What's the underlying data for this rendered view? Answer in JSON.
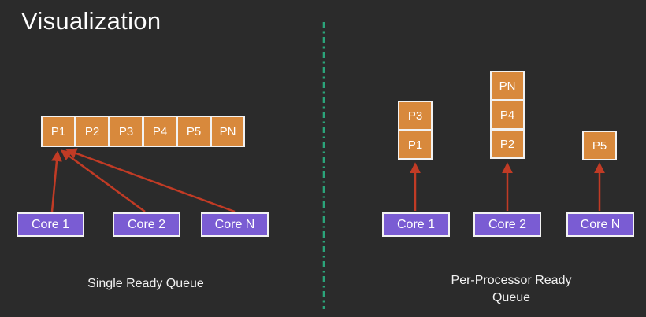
{
  "title": "Visualization",
  "colors": {
    "background": "#2b2b2b",
    "process_box": "#d8893c",
    "core_box": "#7a5cd3",
    "arrow": "#c13b25",
    "divider": "#2ba47a",
    "box_border": "#f2f2f2",
    "text": "#ffffff"
  },
  "left_panel": {
    "caption": "Single Ready Queue",
    "queue_cells": [
      "P1",
      "P2",
      "P3",
      "P4",
      "P5",
      "PN"
    ],
    "cores": [
      "Core 1",
      "Core 2",
      "Core N"
    ]
  },
  "right_panel": {
    "caption": "Per-Processor Ready Queue",
    "stacks": [
      [
        "P3",
        "P1"
      ],
      [
        "PN",
        "P4",
        "P2"
      ],
      [
        "P5"
      ]
    ],
    "cores": [
      "Core 1",
      "Core 2",
      "Core N"
    ]
  }
}
